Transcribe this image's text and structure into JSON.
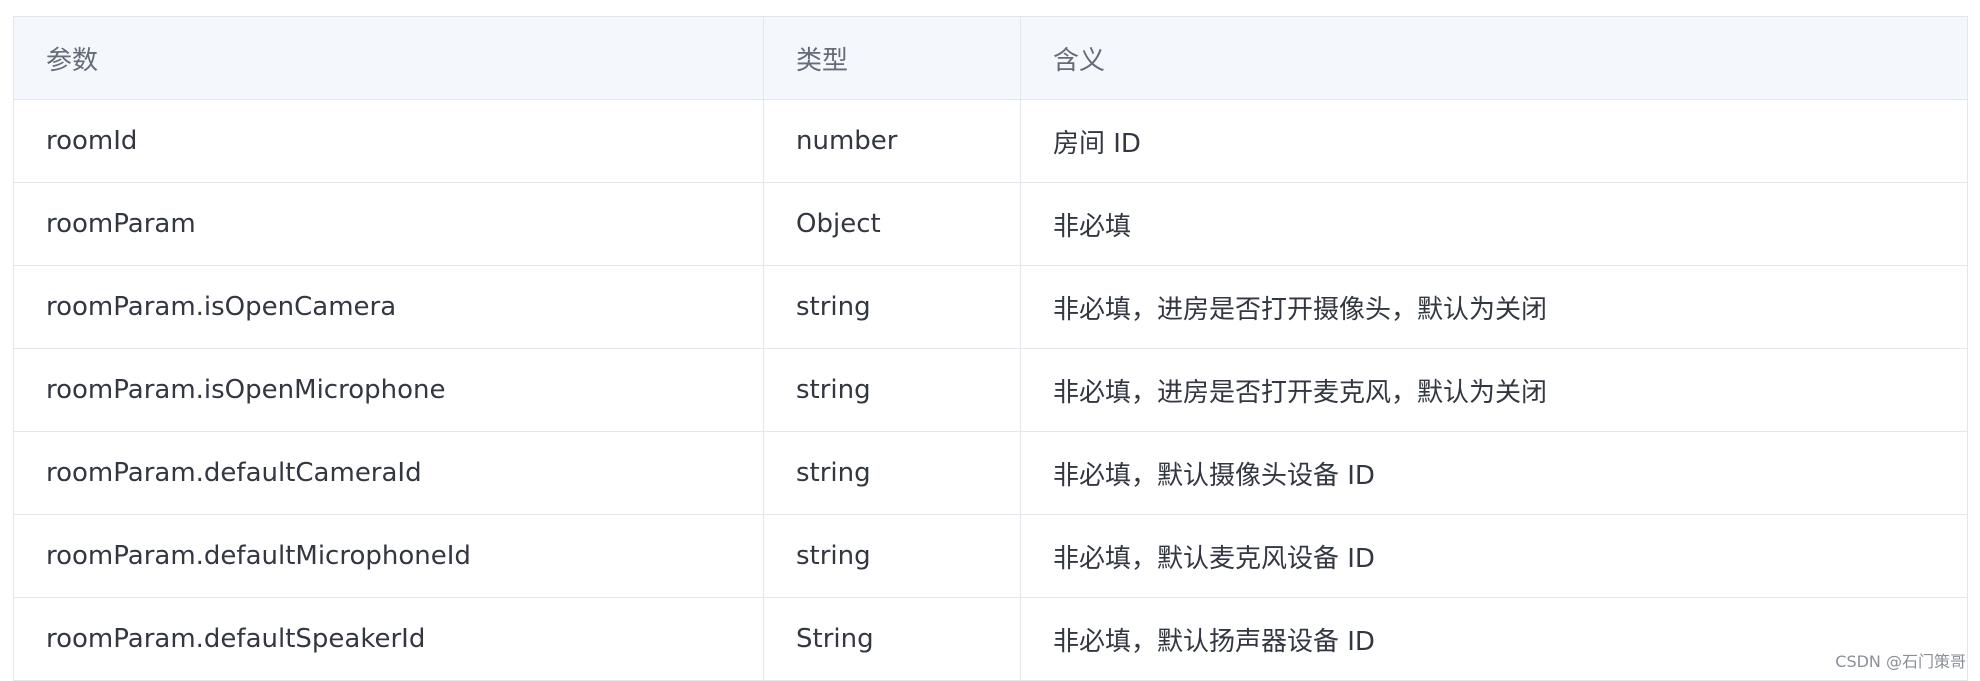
{
  "table": {
    "headers": {
      "param": "参数",
      "type": "类型",
      "meaning": "含义"
    },
    "rows": [
      {
        "param": "roomId",
        "type": "number",
        "meaning": "房间 ID"
      },
      {
        "param": "roomParam",
        "type": "Object",
        "meaning": "非必填"
      },
      {
        "param": "roomParam.isOpenCamera",
        "type": "string",
        "meaning": "非必填，进房是否打开摄像头，默认为关闭"
      },
      {
        "param": "roomParam.isOpenMicrophone",
        "type": "string",
        "meaning": "非必填，进房是否打开麦克风，默认为关闭"
      },
      {
        "param": "roomParam.defaultCameraId",
        "type": "string",
        "meaning": "非必填，默认摄像头设备 ID"
      },
      {
        "param": "roomParam.defaultMicrophoneId",
        "type": "string",
        "meaning": "非必填，默认麦克风设备 ID"
      },
      {
        "param": "roomParam.defaultSpeakerId",
        "type": "String",
        "meaning": "非必填，默认扬声器设备 ID"
      }
    ]
  },
  "watermark": "CSDN @石门策哥"
}
